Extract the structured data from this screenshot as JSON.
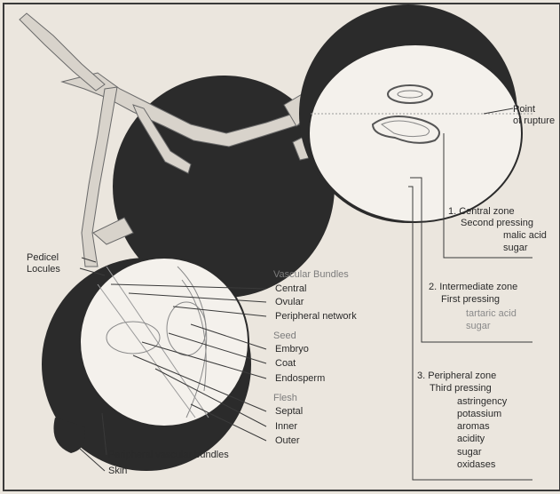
{
  "labels": {
    "point_of_rupture_1": "Point",
    "point_of_rupture_2": "of rupture",
    "central_zone": "1. Central zone",
    "second_pressing": "Second pressing",
    "malic_acid": "malic acid",
    "sugar_1": "sugar",
    "intermediate_zone": "2. Intermediate zone",
    "first_pressing": "First pressing",
    "tartaric_acid": "tartaric acid",
    "sugar_2": "sugar",
    "peripheral_zone": "3. Peripheral zone",
    "third_pressing": "Third pressing",
    "astringency": "astringency",
    "potassium": "potassium",
    "aromas": "aromas",
    "acidity": "acidity",
    "sugar_3": "sugar",
    "oxidases": "oxidases",
    "pedicel": "Pedicel",
    "locules": "Locules",
    "vascular_bundles": "Vascular Bundles",
    "central": "Central",
    "ovular": "Ovular",
    "peripheral_network": "Peripheral network",
    "seed": "Seed",
    "embryo": "Embryo",
    "coat": "Coat",
    "endosperm": "Endosperm",
    "flesh": "Flesh",
    "septal": "Septal",
    "inner": "Inner",
    "outer": "Outer",
    "peripheral_vascular_bundles": "Peripheral vascular bundles",
    "skin": "Skin"
  },
  "colors": {
    "background": "#ebe6de",
    "berry_dark": "#2b2b2b",
    "stem": "#d8d3cb",
    "cut_face": "#f4f1ec",
    "line": "#3a3a3a"
  }
}
